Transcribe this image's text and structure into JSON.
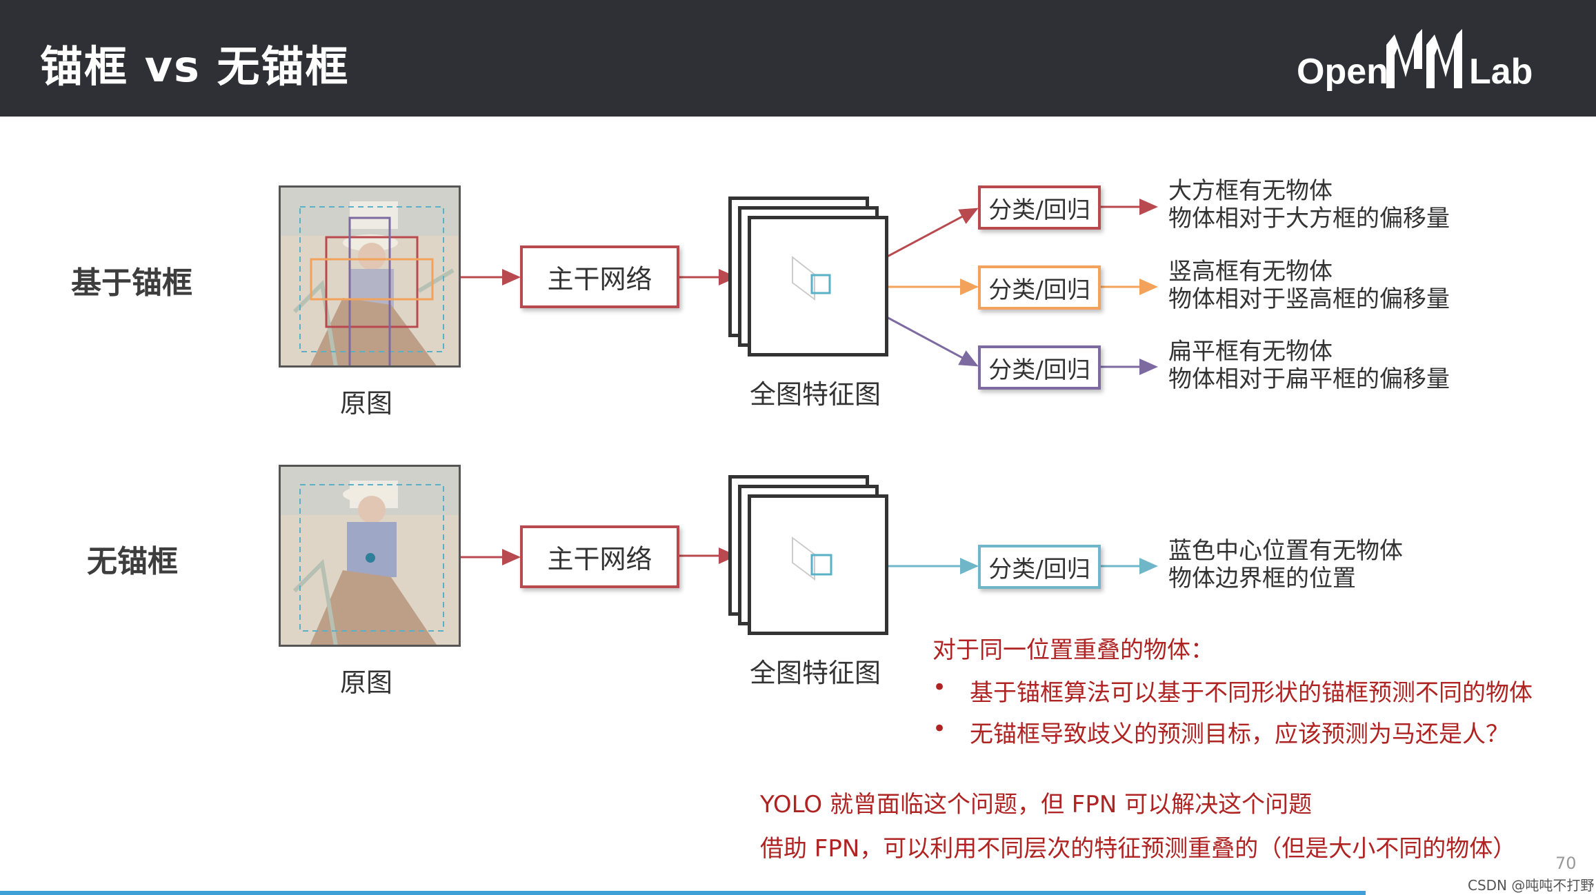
{
  "header": {
    "title": "锚框 vs 无锚框",
    "logo_left": "Open",
    "logo_right": "Lab"
  },
  "colors": {
    "red": "#b84a4f",
    "orange": "#f2a25a",
    "purple": "#7d6aa0",
    "blue": "#6fb6c8",
    "header_bg": "#2f3036"
  },
  "anchor_row": {
    "label": "基于锚框",
    "image_caption": "原图",
    "backbone": "主干网络",
    "feature_caption": "全图特征图",
    "heads": [
      {
        "label": "分类/回归",
        "line1": "大方框有无物体",
        "line2": "物体相对于大方框的偏移量"
      },
      {
        "label": "分类/回归",
        "line1": "竖高框有无物体",
        "line2": "物体相对于竖高框的偏移量"
      },
      {
        "label": "分类/回归",
        "line1": "扁平框有无物体",
        "line2": "物体相对于扁平框的偏移量"
      }
    ]
  },
  "anchorfree_row": {
    "label": "无锚框",
    "image_caption": "原图",
    "backbone": "主干网络",
    "feature_caption": "全图特征图",
    "head": {
      "label": "分类/回归",
      "line1": "蓝色中心位置有无物体",
      "line2": "物体边界框的位置"
    }
  },
  "notes": {
    "heading": "对于同一位置重叠的物体：",
    "bullets": [
      "基于锚框算法可以基于不同形状的锚框预测不同的物体",
      "无锚框导致歧义的预测目标，应该预测为马还是人？"
    ],
    "bullet_symbol": "•",
    "yolo": "YOLO 就曾面临这个问题，但 FPN 可以解决这个问题",
    "fpn": "借助 FPN，可以利用不同层次的特征预测重叠的（但是大小不同的物体）"
  },
  "footer": {
    "page_number": "70",
    "watermark": "CSDN @吨吨不打野"
  }
}
